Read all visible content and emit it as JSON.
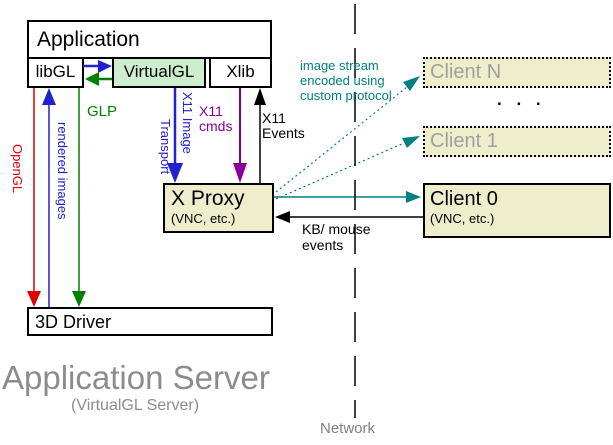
{
  "server": {
    "application_label": "Application",
    "libgl_label": "libGL",
    "virtualgl_label": "VirtualGL",
    "xlib_label": "Xlib",
    "xproxy_title": "X Proxy",
    "xproxy_subtitle": "(VNC, etc.)",
    "driver_label": "3D Driver",
    "caption": "Application Server",
    "caption_subtitle": "(VirtualGL Server)"
  },
  "clients": {
    "client_n_label": "Client N",
    "ellipsis": ". . .",
    "client_1_label": "Client 1",
    "client_0_label": "Client 0",
    "client_0_subtitle": "(VNC, etc.)"
  },
  "flows": {
    "opengl": "OpenGL",
    "rendered_images": "rendered images",
    "glp": "GLP",
    "x11_image": "X11 Image",
    "transport": "Transport",
    "x11_cmds": [
      "X11",
      "cmds"
    ],
    "x11_events": [
      "X11",
      "Events"
    ],
    "image_stream_note": [
      "image stream",
      "encoded using",
      "custom protocol"
    ],
    "kb_mouse": [
      "KB/ mouse",
      "events"
    ]
  },
  "network": {
    "label": "Network"
  },
  "colors": {
    "opengl_red": "#dd0000",
    "flow_blue": "#2222cc",
    "flow_green": "#008000",
    "flow_purple": "#880099",
    "flow_teal": "#008080",
    "virtualgl_fill": "#cceecc",
    "proxy_client_fill": "#eeeecc",
    "inactive_client_text": "#a0a0a0",
    "caption_gray": "#8c8c8c",
    "boundary_black": "#000000"
  }
}
